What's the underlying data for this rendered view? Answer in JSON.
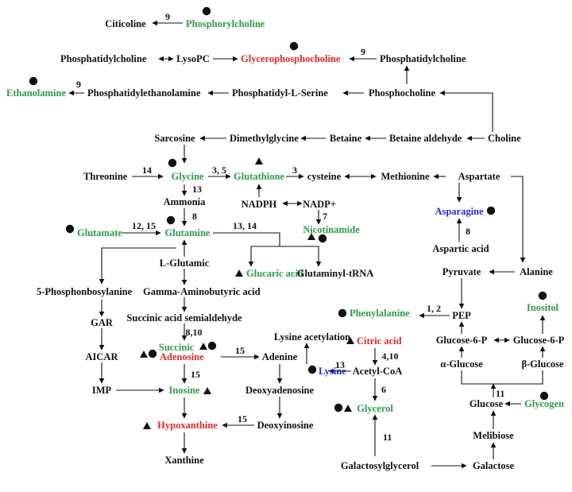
{
  "colors": {
    "black": "#111111",
    "green": "#2e9a4a",
    "red": "#e0262b",
    "blue": "#1f2ad1"
  },
  "legend_marks": {
    "dot": "filled-circle",
    "triangle": "filled-triangle"
  },
  "nodes": {
    "citicoline": "Citicoline",
    "phosphorylcholine": "Phosphorylcholine",
    "phosphatidylcholine_left": "Phosphatidylcholine",
    "lysopc": "LysoPC",
    "glycerophosphocholine": "Glycerophosphocholine",
    "phosphatidylcholine_right": "Phosphatidylcholine",
    "ethanolamine": "Ethanolamine",
    "phosphatidylethanolamine": "Phosphatidylethanolamine",
    "phosphatidyl_l_serine": "Phosphatidyl-L-Serine",
    "phosphocholine": "Phosphocholine",
    "sarcosine": "Sarcosine",
    "dimethylglycine": "Dimethylglycine",
    "betaine": "Betaine",
    "betaine_aldehyde": "Betaine aldehyde",
    "choline": "Choline",
    "threonine": "Threonine",
    "glycine": "Glycine",
    "glutathione": "Glutathione",
    "cysteine": "cysteine",
    "methionine": "Methionine",
    "aspartate": "Aspartate",
    "ammonia": "Ammonia",
    "nadph": "NADPH",
    "nadp": "NADP+",
    "asparagine": "Asparagine",
    "glutamate": "Glutamate",
    "glutamine": "Glutamine",
    "nicotinamide": "Nicotinamide",
    "aspartic_acid": "Aspartic acid",
    "l_glutamic": "L-Glutamic",
    "glucaric_acid": "Glucaric acid",
    "glutaminyl_trna": "Glutaminyl-tRNA",
    "alanine": "Alanine",
    "pyruvate": "Pyruvate",
    "phosphonbosylanine": "5-Phosphonbosylanine",
    "gaba": "Gamma-Aminobutyric acid",
    "inositol": "Inositol",
    "succinic_semialdehyde": "Succinic acid semialdehyde",
    "phenylalanine": "Phenylalanine",
    "pep": "PEP",
    "gar": "GAR",
    "lysine_acetylation": "Lysine acetylation",
    "succinic": "Succinic",
    "citric_acid": "Citric acid",
    "glucose6p_left": "Glucose-6-P",
    "glucose6p_right": "Glucose-6-P",
    "aicar": "AICAR",
    "adenosine": "Adenosine",
    "adenine": "Adenine",
    "lysine": "Lysine",
    "acetyl_coa": "Acetyl-CoA",
    "alpha_glucose": "α-Glucose",
    "beta_glucose": "β-Glucose",
    "imp": "IMP",
    "inosine": "Inosine",
    "deoxyadenosine": "Deoxyadenosine",
    "glycerol": "Glycerol",
    "glucose": "Glucose",
    "glycogen": "Glycogen",
    "hypoxanthine": "Hypoxanthine",
    "deoxyinosine": "Deoxyinosine",
    "melibiose": "Melibiose",
    "xanthine": "Xanthine",
    "galactosylglycerol": "Galactosylglycerol",
    "galactose": "Galactose"
  },
  "edge_labels": {
    "e9a": "9",
    "e9b": "9",
    "e9c": "9",
    "e14a": "14",
    "e3_5": "3,  5",
    "e3": "3",
    "e13a": "13",
    "e8a": "8",
    "e12_15": "12,  15",
    "e13_14": "13,  14",
    "e7": "7",
    "e8b": "8",
    "e1_2": "1,  2",
    "e8_10": "8,10",
    "e4_10": "4,10",
    "e15a": "15",
    "e13b": "13",
    "e15b": "15",
    "e6": "6",
    "e11a": "11",
    "e15c": "15",
    "e11b": "11"
  }
}
